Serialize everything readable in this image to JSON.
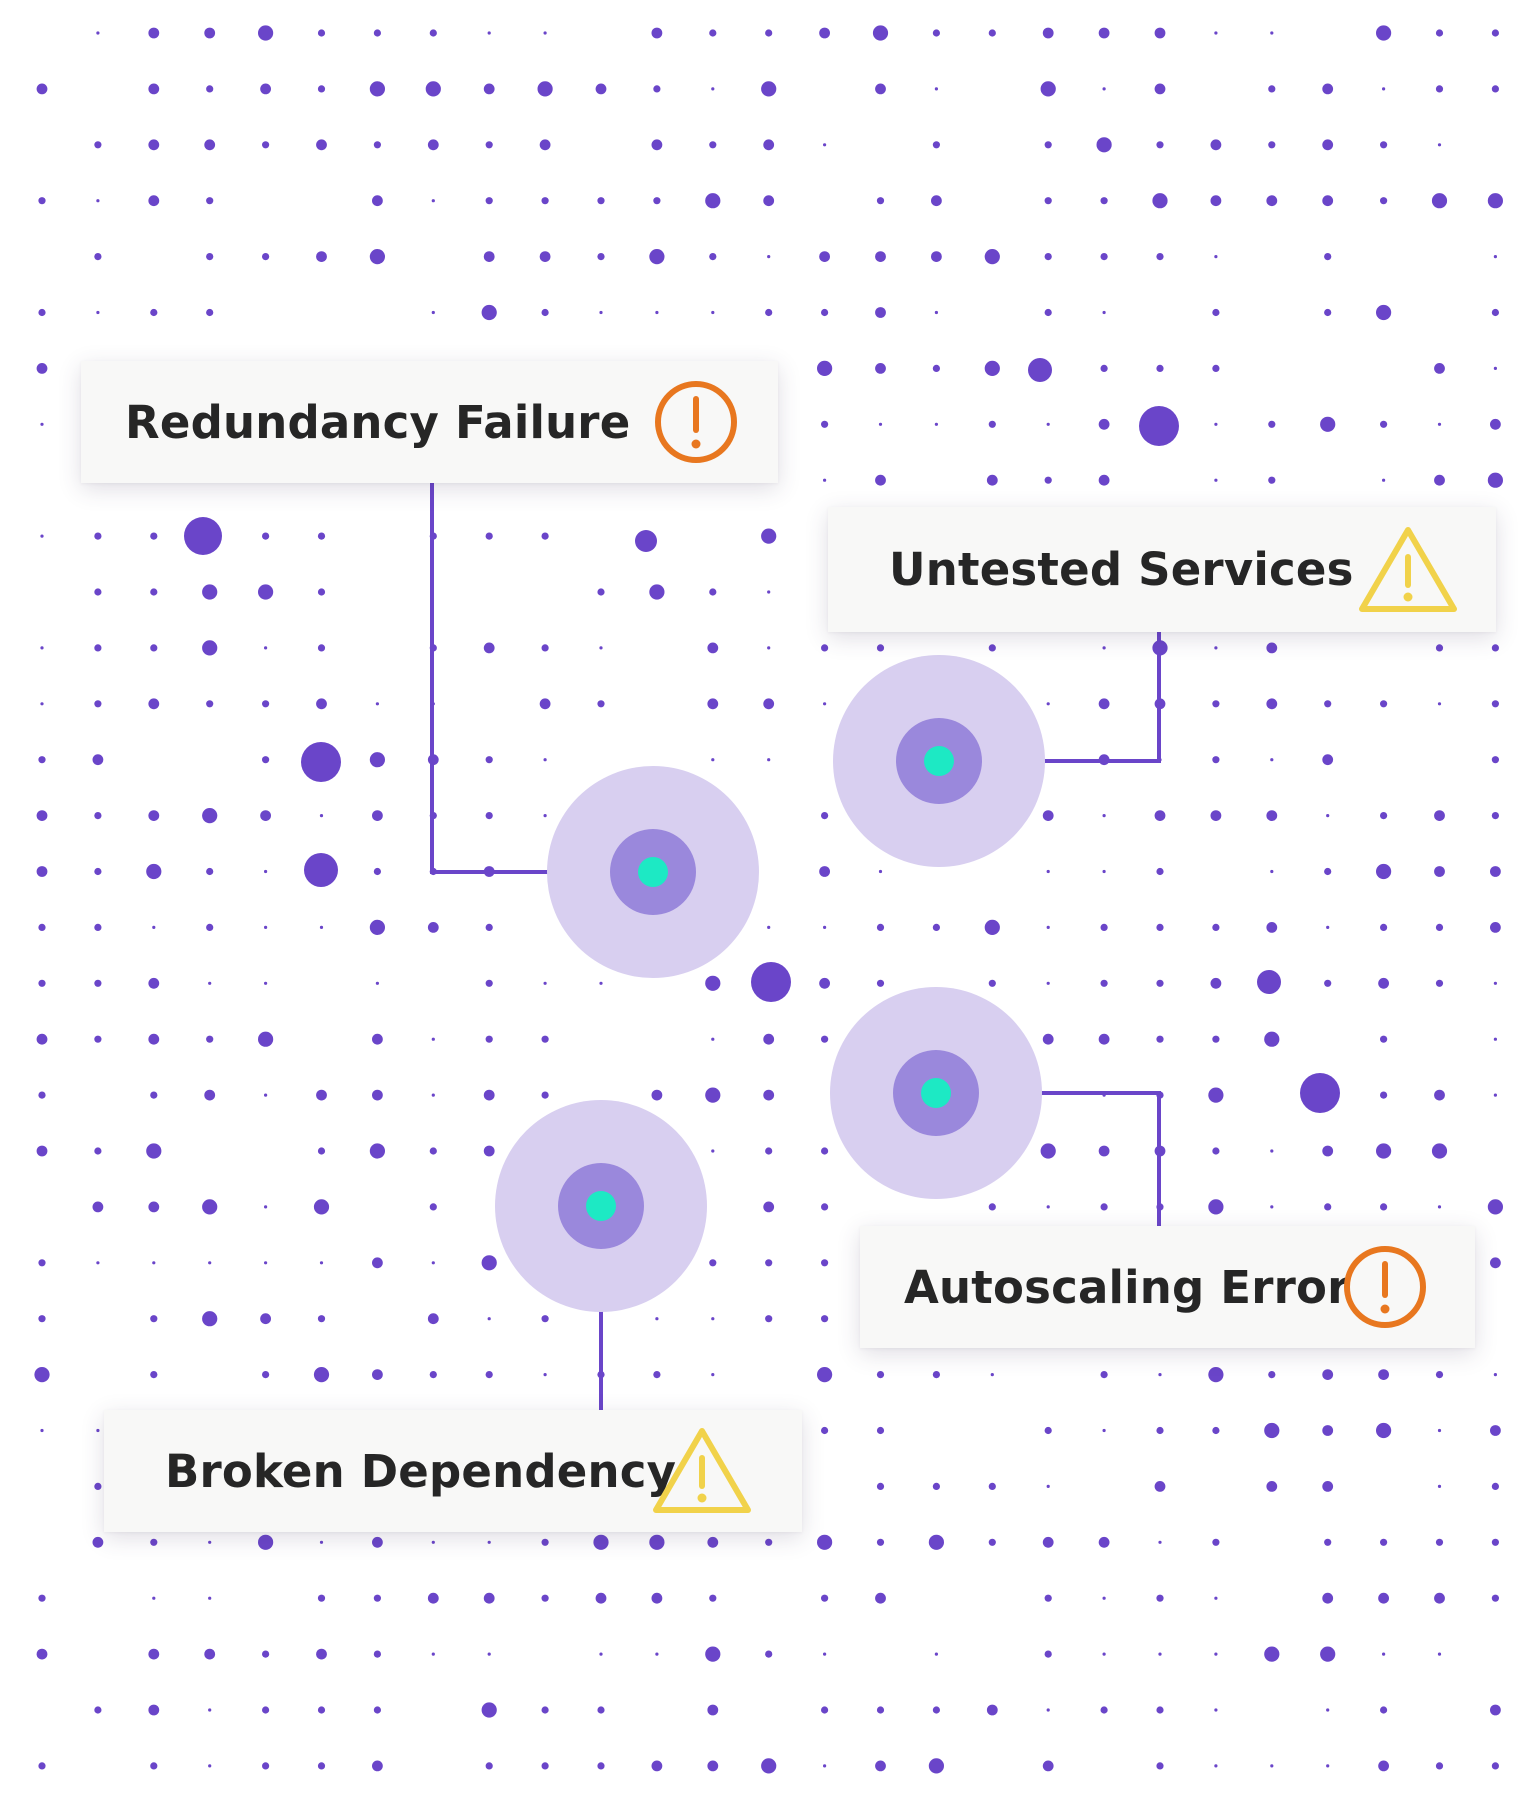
{
  "colors": {
    "dot": "#6a45c9",
    "connector": "#6a45c9",
    "halo_outer": "#d8cff0",
    "halo_inner": "#9a88dc",
    "node_core": "#1de9c4",
    "error_icon": "#e8771f",
    "warning_icon": "#f1d24a",
    "card_background": "#f8f8f7",
    "label_text": "#262626"
  },
  "alerts": [
    {
      "label": "Redundancy Failure",
      "icon": "exclamation-circle-icon",
      "severity": "error"
    },
    {
      "label": "Untested Services",
      "icon": "warning-triangle-icon",
      "severity": "warning"
    },
    {
      "label": "Autoscaling Error",
      "icon": "exclamation-circle-icon",
      "severity": "error"
    },
    {
      "label": "Broken Dependency",
      "icon": "warning-triangle-icon",
      "severity": "warning"
    }
  ]
}
